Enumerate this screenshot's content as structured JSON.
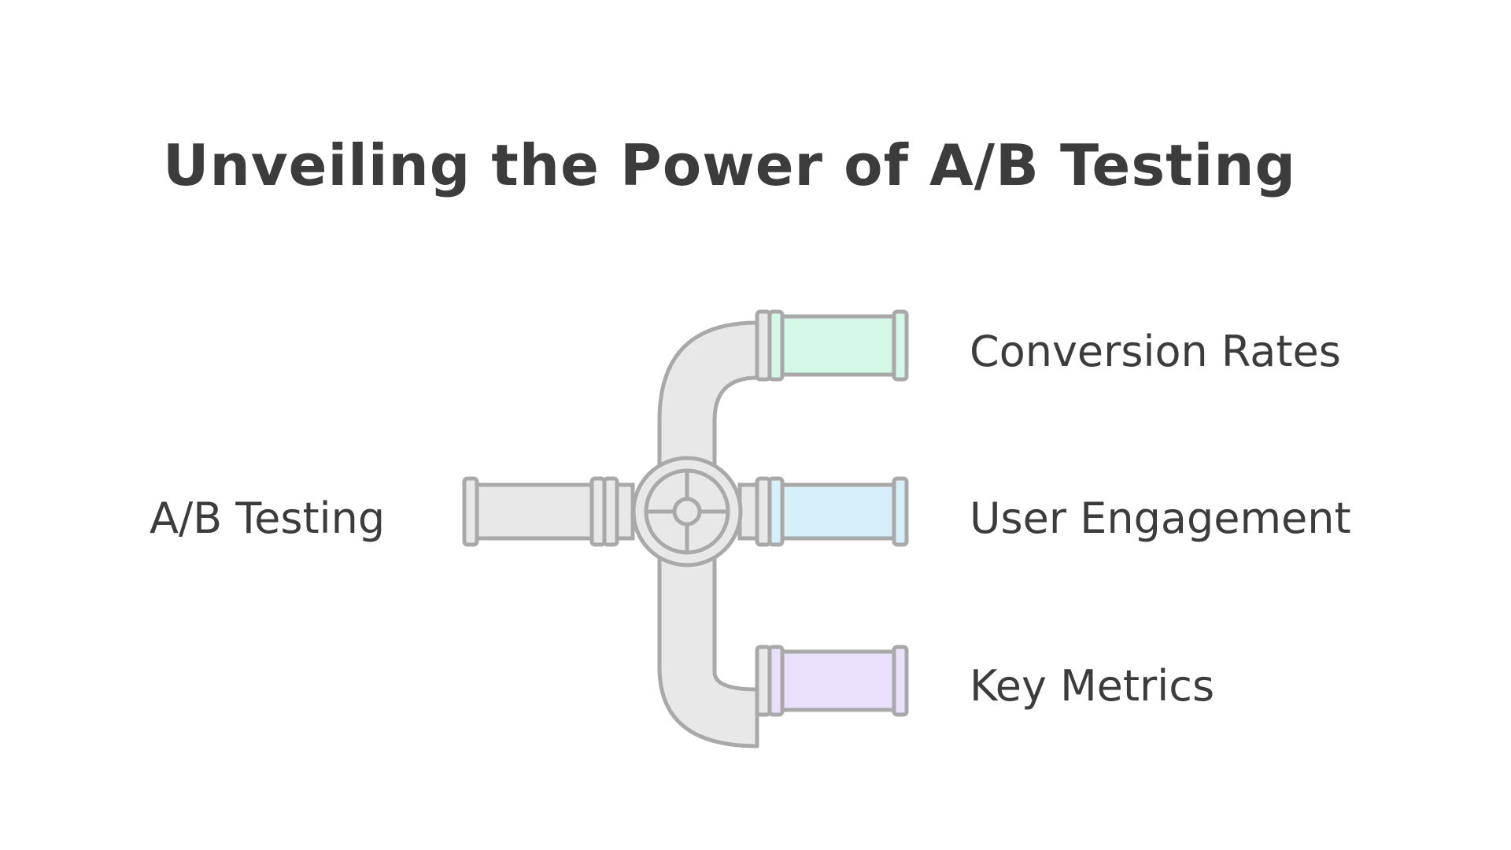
{
  "title": "Unveiling the Power of A/B Testing",
  "source": {
    "label": "A/B Testing"
  },
  "outputs": [
    {
      "label": "Conversion Rates",
      "color": "#d4f8e6"
    },
    {
      "label": "User Engagement",
      "color": "#d6f0fa"
    },
    {
      "label": "Key Metrics",
      "color": "#e9e1fb"
    }
  ],
  "colors": {
    "pipe_fill": "#e8e8e8",
    "pipe_stroke": "#a9a9a9",
    "text": "#3c3c3c"
  }
}
